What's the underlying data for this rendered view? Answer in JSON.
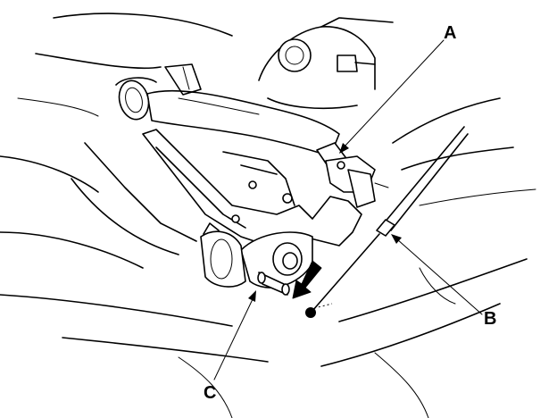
{
  "callouts": [
    {
      "id": "A",
      "label": "A"
    },
    {
      "id": "B",
      "label": "B"
    },
    {
      "id": "C",
      "label": "C"
    }
  ],
  "colors": {
    "line": "#000000",
    "background": "#ffffff"
  }
}
